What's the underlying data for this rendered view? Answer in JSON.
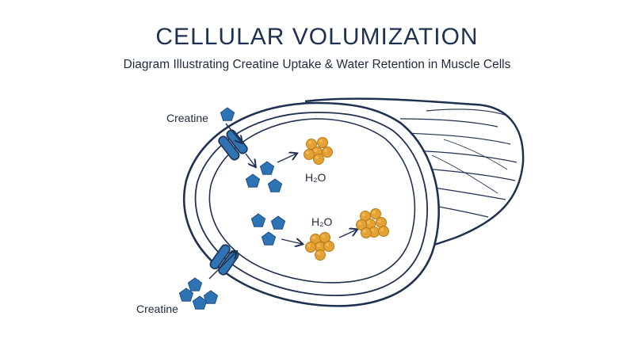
{
  "header": {
    "title": "CELLULAR VOLUMIZATION",
    "subtitle": "Diagram Illustrating Creatine Uptake & Water Retention in Muscle Cells"
  },
  "labels": {
    "creatine_top": "Creatine",
    "creatine_bottom": "Creatine",
    "water_top": "H₂O",
    "water_bottom": "H₂O"
  },
  "colors": {
    "outline": "#1f3150",
    "creatine": "#2e73b4",
    "water": "#e3a233"
  },
  "icons": {
    "creatine": "pentagon",
    "water": "molecule-cluster",
    "transporter": "membrane-channel"
  }
}
